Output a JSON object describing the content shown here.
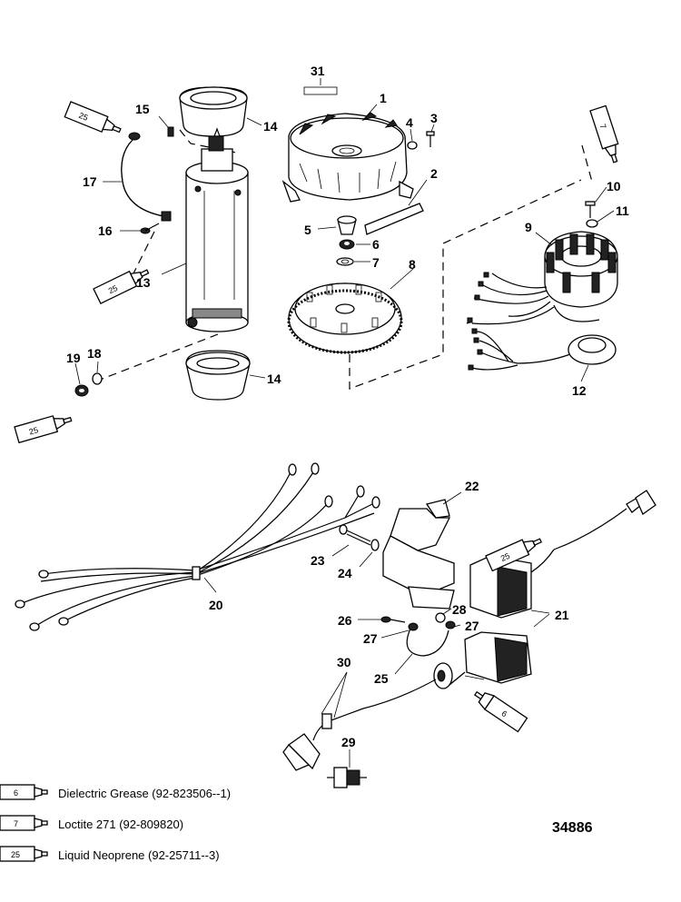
{
  "callouts": [
    {
      "id": "c1",
      "label": "1"
    },
    {
      "id": "c2",
      "label": "2"
    },
    {
      "id": "c3",
      "label": "3"
    },
    {
      "id": "c4",
      "label": "4"
    },
    {
      "id": "c5",
      "label": "5"
    },
    {
      "id": "c6",
      "label": "6"
    },
    {
      "id": "c7",
      "label": "7"
    },
    {
      "id": "c8",
      "label": "8"
    },
    {
      "id": "c9",
      "label": "9"
    },
    {
      "id": "c10",
      "label": "10"
    },
    {
      "id": "c11",
      "label": "11"
    },
    {
      "id": "c12",
      "label": "12"
    },
    {
      "id": "c13",
      "label": "13"
    },
    {
      "id": "c14a",
      "label": "14"
    },
    {
      "id": "c14b",
      "label": "14"
    },
    {
      "id": "c15",
      "label": "15"
    },
    {
      "id": "c16",
      "label": "16"
    },
    {
      "id": "c17",
      "label": "17"
    },
    {
      "id": "c18",
      "label": "18"
    },
    {
      "id": "c19",
      "label": "19"
    },
    {
      "id": "c20",
      "label": "20"
    },
    {
      "id": "c21",
      "label": "21"
    },
    {
      "id": "c22",
      "label": "22"
    },
    {
      "id": "c23",
      "label": "23"
    },
    {
      "id": "c24",
      "label": "24"
    },
    {
      "id": "c25",
      "label": "25"
    },
    {
      "id": "c26",
      "label": "26"
    },
    {
      "id": "c27a",
      "label": "27"
    },
    {
      "id": "c27b",
      "label": "27"
    },
    {
      "id": "c28",
      "label": "28"
    },
    {
      "id": "c29",
      "label": "29"
    },
    {
      "id": "c30",
      "label": "30"
    },
    {
      "id": "c31",
      "label": "31"
    }
  ],
  "tubes": [
    {
      "id": "t1",
      "label": "25"
    },
    {
      "id": "t2",
      "label": "25"
    },
    {
      "id": "t3",
      "label": "25"
    },
    {
      "id": "t4",
      "label": "7"
    },
    {
      "id": "t5",
      "label": "25"
    },
    {
      "id": "t6",
      "label": "6"
    }
  ],
  "legend": [
    {
      "tube": "6",
      "text": "Dielectric Grease (92-823506--1)"
    },
    {
      "tube": "7",
      "text": "Loctite 271 (92-809820)"
    },
    {
      "tube": "25",
      "text": "Liquid Neoprene (92-25711--3)"
    }
  ],
  "document_number": "34886"
}
